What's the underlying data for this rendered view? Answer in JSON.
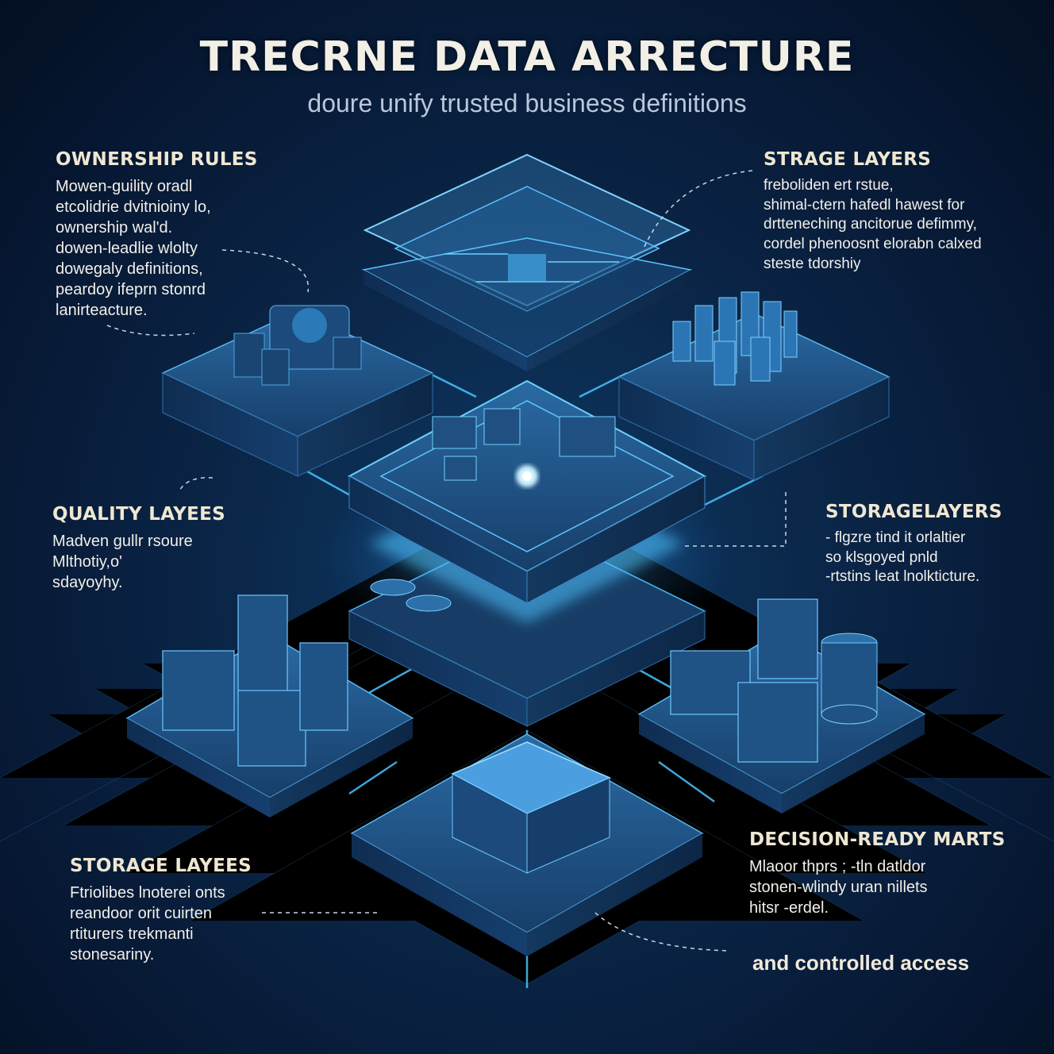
{
  "header": {
    "title": "TRECRNE DATA ARRECTURE",
    "subtitle": "doure unify trusted business  definitions"
  },
  "callouts": {
    "ownership": {
      "heading": "OWNERSHIP RULES",
      "body": "Mowen-guility oradl\netcolidrie dvitnioiny lo,\nownership wal'd.\ndowen-leadlie wlolty\ndowegaly definitions,\npeardoy ifeprn stonrd\nlanirteacture."
    },
    "strage_top": {
      "heading": "STRAGE LAYERS",
      "body": "freboliden ert rstue,\nshimal-ctern hafedl hawest for\ndrtteneching ancitorue defimmy,\ncordel phenoosnt elorabn calxed\nsteste tdorshiy"
    },
    "quality": {
      "heading": "QUALITY LAYEES",
      "body": "Madven gullr rsoure\nMlthotiy,o'\nsdayoyhy."
    },
    "storage_mid": {
      "heading": "STORAGELAYERS",
      "body": "- flgzre tind it orlaltier\nso klsgoyed pnld\n-rtstins leat lnolkticture."
    },
    "storage_bottom": {
      "heading": "STORAGE LAYEES",
      "body": "Ftriolibes lnoterei onts\nreandoor orit cuirten\nrtiturers trekmanti\nstonesariny."
    },
    "decision": {
      "heading": "DECISION-READY MARTS",
      "body": "Mlaoor thprs ; -tln datldor\nstonen-wlindy uran nillets\nhitsr -erdel."
    }
  },
  "footer": {
    "note": "and controlled access"
  },
  "colors": {
    "background": "#071a35",
    "glow": "#4fc3ff",
    "platform": "#16385e",
    "text": "#f1efe9"
  }
}
